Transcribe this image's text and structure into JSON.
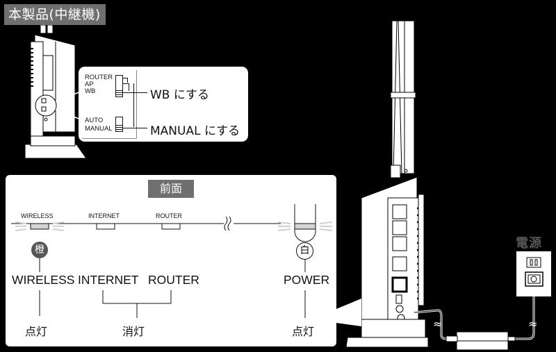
{
  "header": {
    "title": "本製品(中継機)"
  },
  "switch_callout": {
    "mode_switch": {
      "options": [
        "ROUTER",
        "AP",
        "WB"
      ],
      "selected": "WB",
      "instruction": "WB にする"
    },
    "auto_switch": {
      "options": [
        "AUTO",
        "MANUAL"
      ],
      "selected": "MANUAL",
      "instruction": "MANUAL にする"
    }
  },
  "front_panel": {
    "title": "前面",
    "leds": [
      {
        "small_label": "WIRELESS",
        "label": "WIRELESS",
        "color_badge": "橙",
        "state": "点灯",
        "lit": true
      },
      {
        "small_label": "INTERNET",
        "label": "INTERNET",
        "color_badge": "",
        "state": "消灯",
        "lit": false
      },
      {
        "small_label": "ROUTER",
        "label": "ROUTER",
        "color_badge": "",
        "state": "消灯",
        "lit": false
      },
      {
        "small_label": "",
        "label": "POWER",
        "color_badge": "白",
        "state": "点灯",
        "lit": true
      }
    ],
    "off_group_state": "消灯",
    "break_symbol": "≈"
  },
  "power_outlet": {
    "label": "電源"
  },
  "colors": {
    "background": "#000000",
    "badge": "#6f6f6f",
    "panel": "#ffffff",
    "lit_led": "#d4d4d4",
    "orange_badge": "#555555"
  }
}
